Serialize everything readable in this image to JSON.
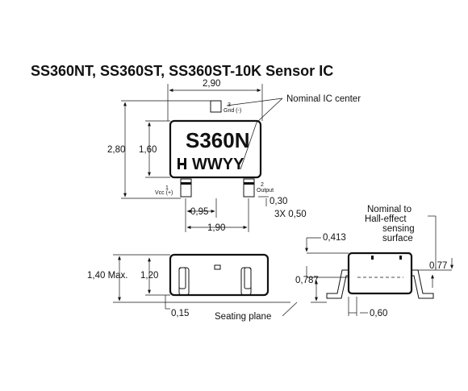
{
  "title": "SS360NT, SS360ST, SS360ST-10K Sensor IC",
  "top_view": {
    "width_dim": "2,90",
    "pin3_number": "3",
    "pin3_name": "Gnd (-)",
    "nominal_ic_center": "Nominal IC center",
    "marking_line1": "S360N",
    "marking_line2": "WWYY",
    "height_outer_dim": "2,80",
    "height_body_dim": "1,60",
    "pin1_number": "1",
    "pin1_name": "Vcc (+)",
    "pin2_number": "2",
    "pin2_name": "Output",
    "lead_width_dim": "0,30",
    "lead_length_dim": "3X 0,50",
    "pitch_dim": "0,95",
    "span_dim": "1,90"
  },
  "side_view": {
    "height_max_dim": "1,40 Max.",
    "body_height_dim": "1,20",
    "standoff_dim": "0,15",
    "seating_plane": "Seating plane"
  },
  "end_view": {
    "hall_label_line1": "Nominal to",
    "hall_label_line2": "Hall-effect",
    "hall_label_line3": "sensing",
    "hall_label_line4": "surface",
    "dim_0413": "0,413",
    "dim_077": "0,77",
    "dim_0787": "0,787",
    "dim_060": "0,60"
  }
}
